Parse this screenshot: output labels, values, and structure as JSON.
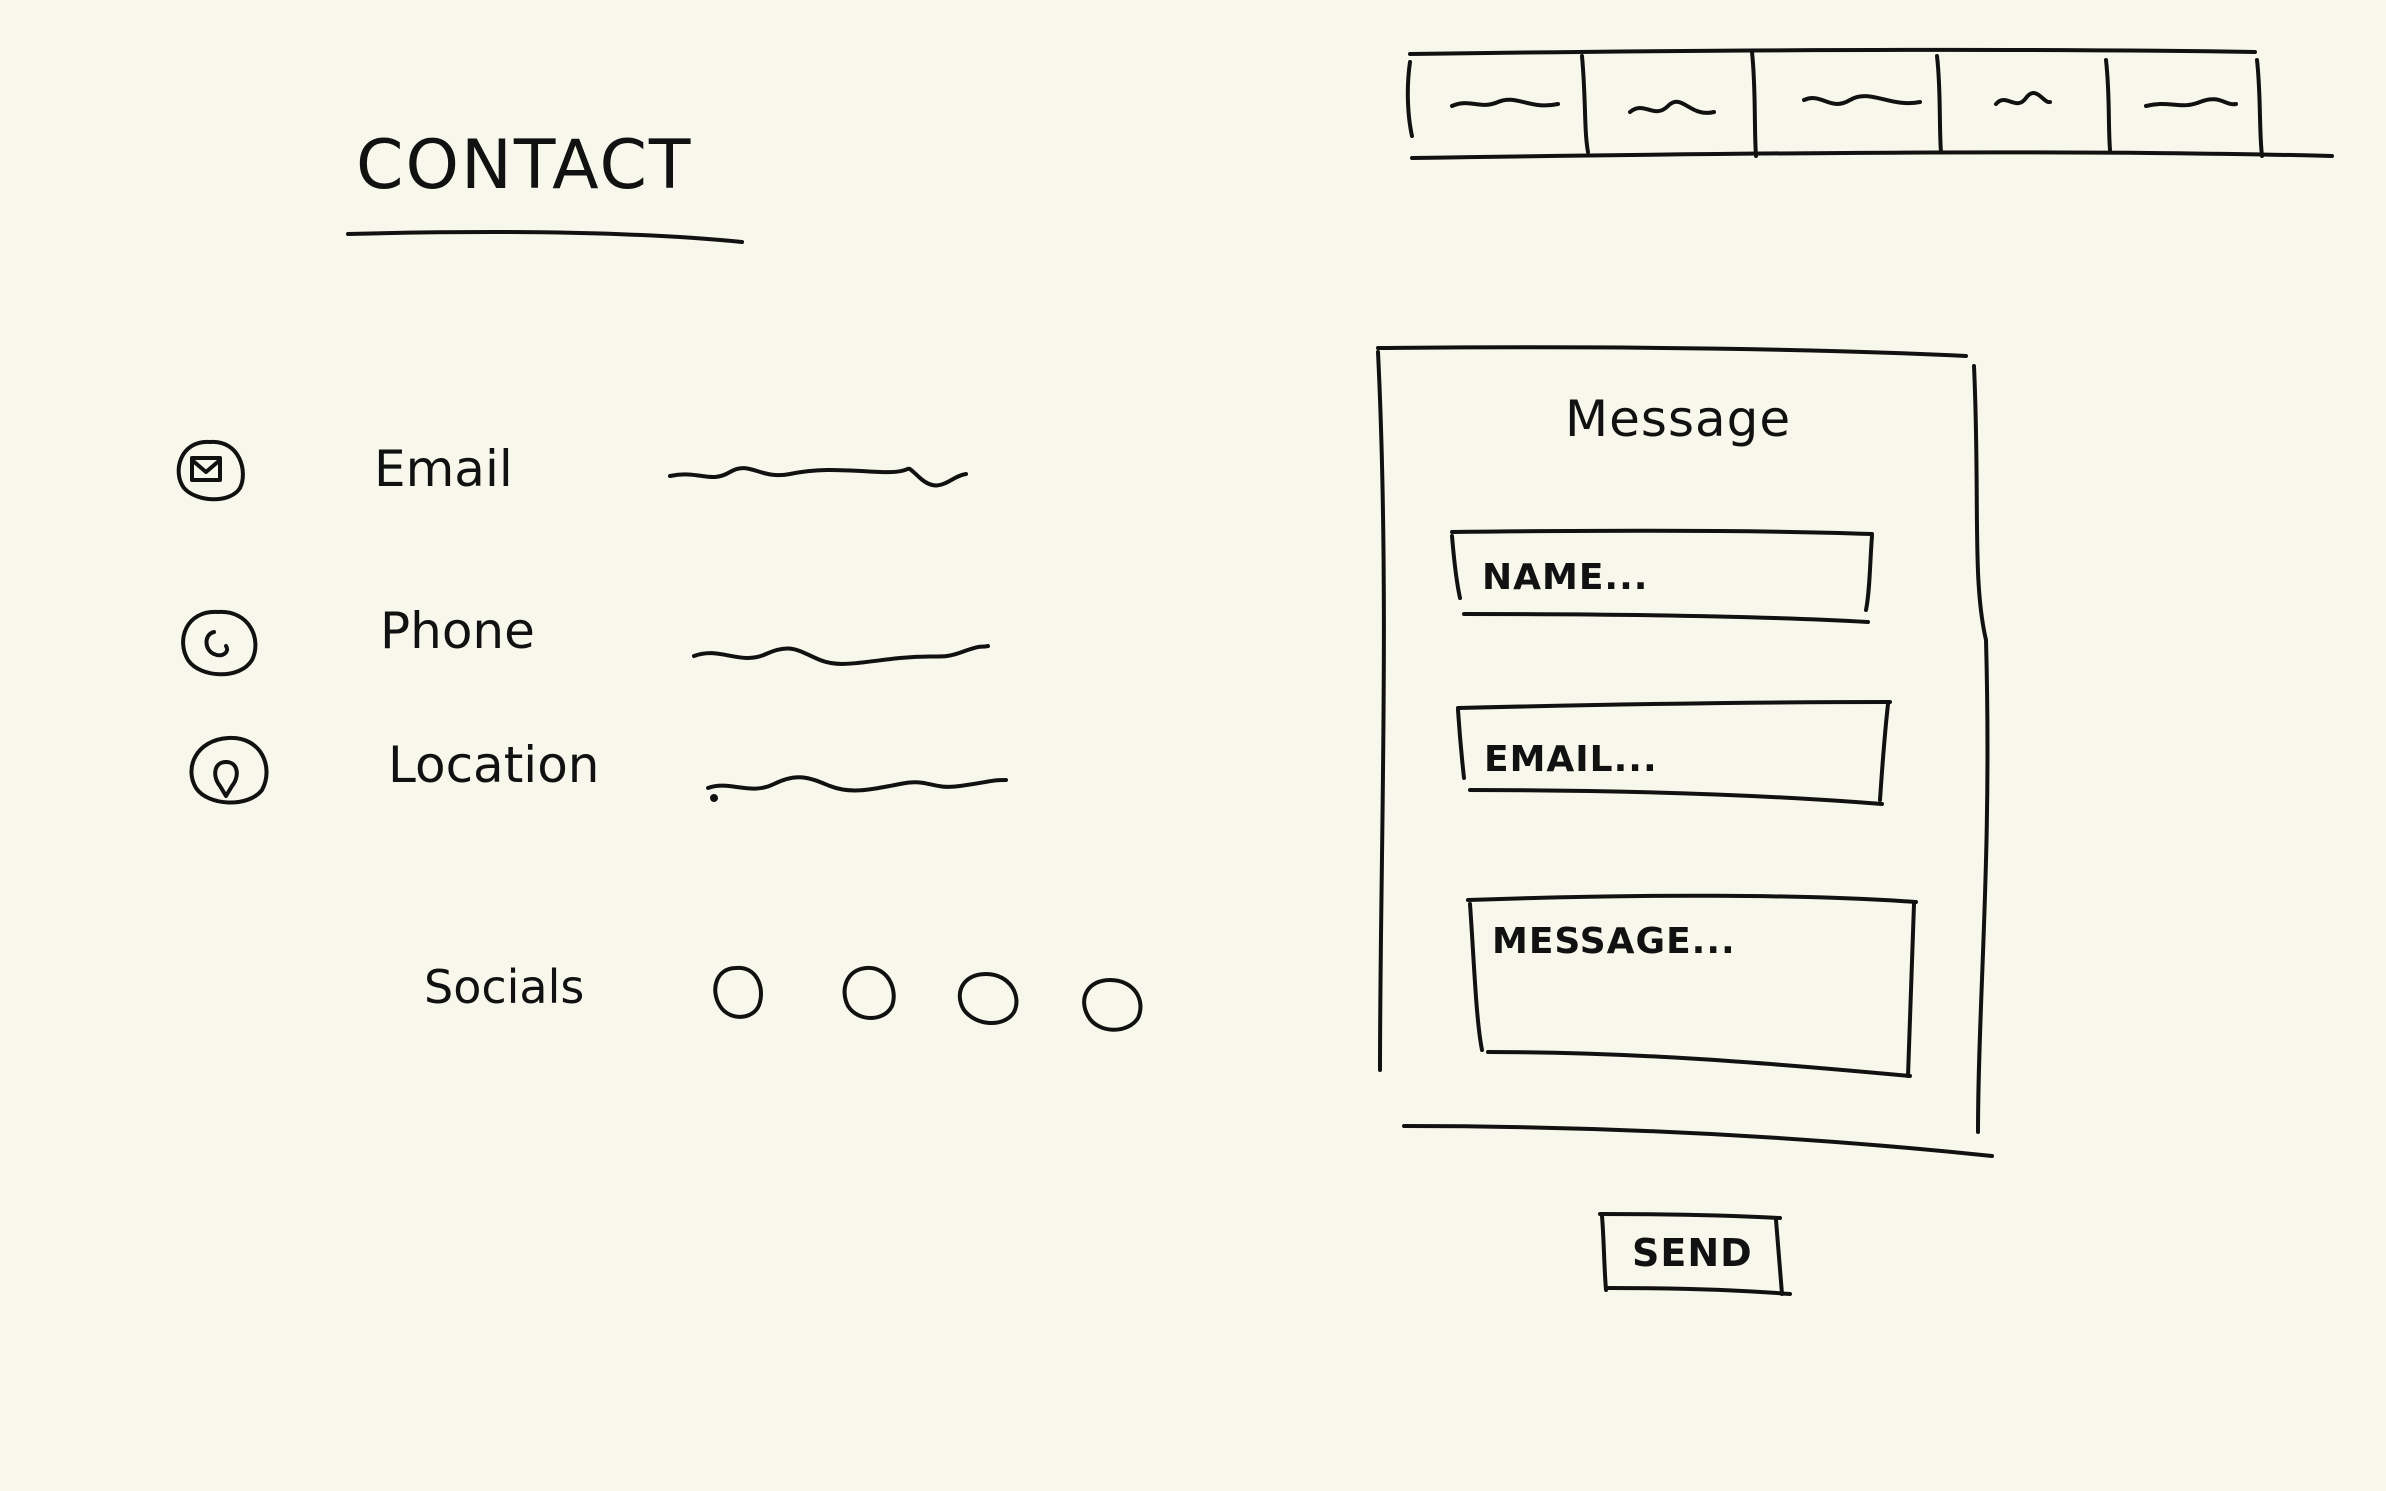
{
  "page": {
    "title": "CONTACT"
  },
  "contact_info": {
    "items": [
      {
        "label": "Email",
        "icon": "envelope-icon"
      },
      {
        "label": "Phone",
        "icon": "phone-icon"
      },
      {
        "label": "Location",
        "icon": "map-pin-icon"
      }
    ],
    "socials_label": "Socials",
    "social_icons": [
      "social-icon-1",
      "social-icon-2",
      "social-icon-3",
      "social-icon-4"
    ]
  },
  "nav": {
    "tab_count": 5
  },
  "form": {
    "heading": "Message",
    "name_placeholder": "NAME...",
    "email_placeholder": "EMAIL...",
    "message_placeholder": "MESSAGE...",
    "send_label": "SEND"
  },
  "colors": {
    "background": "#f8f7ec",
    "ink": "#111111"
  }
}
